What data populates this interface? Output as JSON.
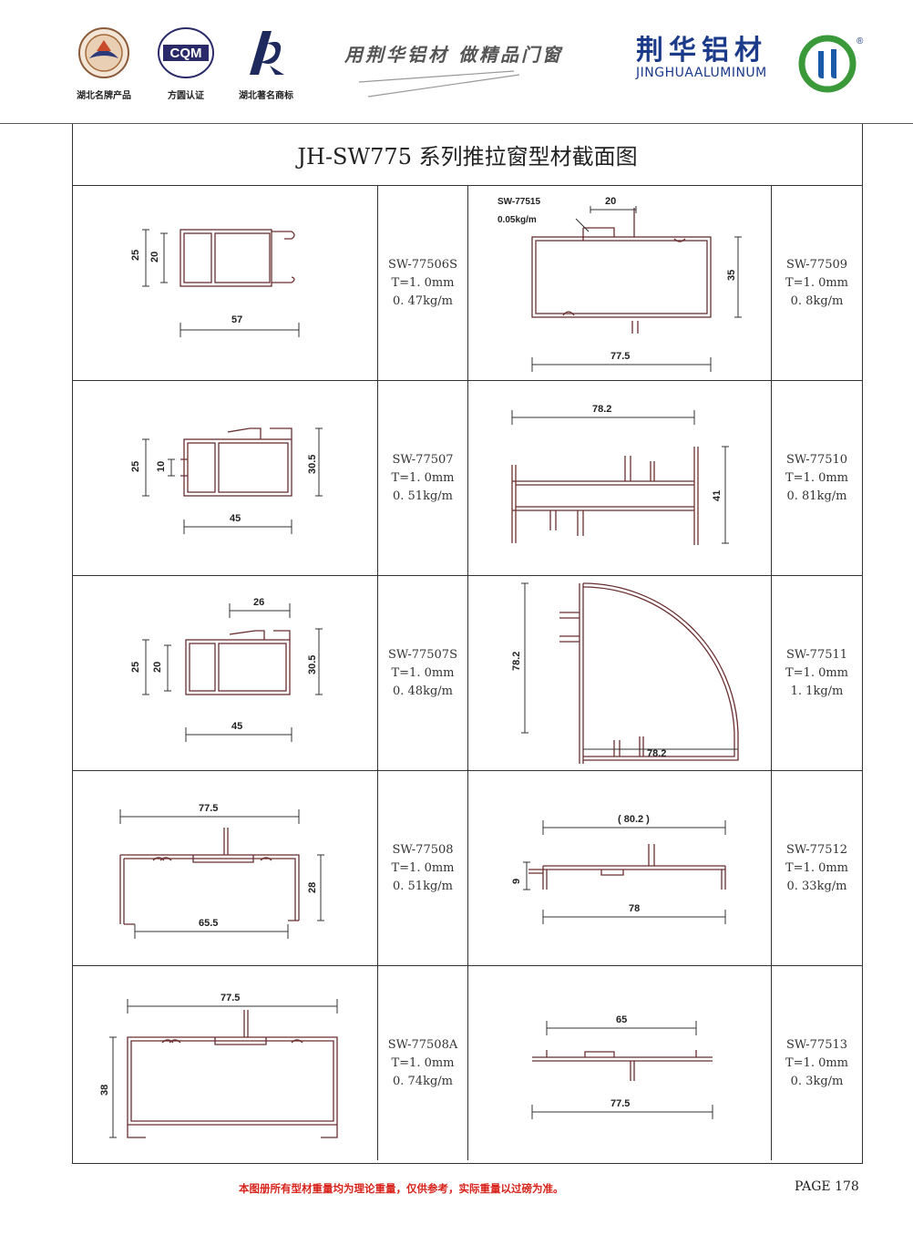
{
  "header": {
    "logos": [
      {
        "icon": "provincial-brand-seal-icon",
        "caption": "湖北名牌产品"
      },
      {
        "icon": "cqm-certification-icon",
        "caption": "方圆认证",
        "mark": "CQM"
      },
      {
        "icon": "famous-trademark-icon",
        "caption": "湖北著名商标"
      }
    ],
    "slogan": "用荆华铝材  做精品门窗",
    "brand_cn": "荆华铝材",
    "brand_en": "JINGHUAALUMINUM",
    "brand_reg": "®"
  },
  "title": "JH-SW775 系列推拉窗型材截面图",
  "profiles": [
    {
      "code": "SW-77506S",
      "thickness": "T=1. 0mm",
      "weight": "0. 47kg/m",
      "dims": [
        "25",
        "20",
        "57"
      ]
    },
    {
      "code": "SW-77509",
      "thickness": "T=1. 0mm",
      "weight": "0. 8kg/m",
      "dims": [
        "35",
        "20",
        "77.5"
      ],
      "sub_code": "SW-77515",
      "sub_weight": "0.05kg/m"
    },
    {
      "code": "SW-77507",
      "thickness": "T=1. 0mm",
      "weight": "0. 51kg/m",
      "dims": [
        "25",
        "10",
        "30.5",
        "45"
      ]
    },
    {
      "code": "SW-77510",
      "thickness": "T=1. 0mm",
      "weight": "0. 81kg/m",
      "dims": [
        "78.2",
        "41"
      ]
    },
    {
      "code": "SW-77507S",
      "thickness": "T=1. 0mm",
      "weight": "0. 48kg/m",
      "dims": [
        "26",
        "25",
        "20",
        "30.5",
        "45"
      ]
    },
    {
      "code": "SW-77511",
      "thickness": "T=1. 0mm",
      "weight": "1. 1kg/m",
      "dims": [
        "78.2",
        "78.2"
      ]
    },
    {
      "code": "SW-77508",
      "thickness": "T=1. 0mm",
      "weight": "0. 51kg/m",
      "dims": [
        "77.5",
        "28",
        "65.5"
      ]
    },
    {
      "code": "SW-77512",
      "thickness": "T=1. 0mm",
      "weight": "0. 33kg/m",
      "dims": [
        "( 80.2 )",
        "9",
        "78"
      ]
    },
    {
      "code": "SW-77508A",
      "thickness": "T=1. 0mm",
      "weight": "0. 74kg/m",
      "dims": [
        "77.5",
        "38"
      ]
    },
    {
      "code": "SW-77513",
      "thickness": "T=1. 0mm",
      "weight": "0. 3kg/m",
      "dims": [
        "65",
        "77.5"
      ]
    }
  ],
  "footer": {
    "note": "本图册所有型材重量均为理论重量，仅供参考，实际重量以过磅为准。",
    "page": "PAGE 178"
  }
}
